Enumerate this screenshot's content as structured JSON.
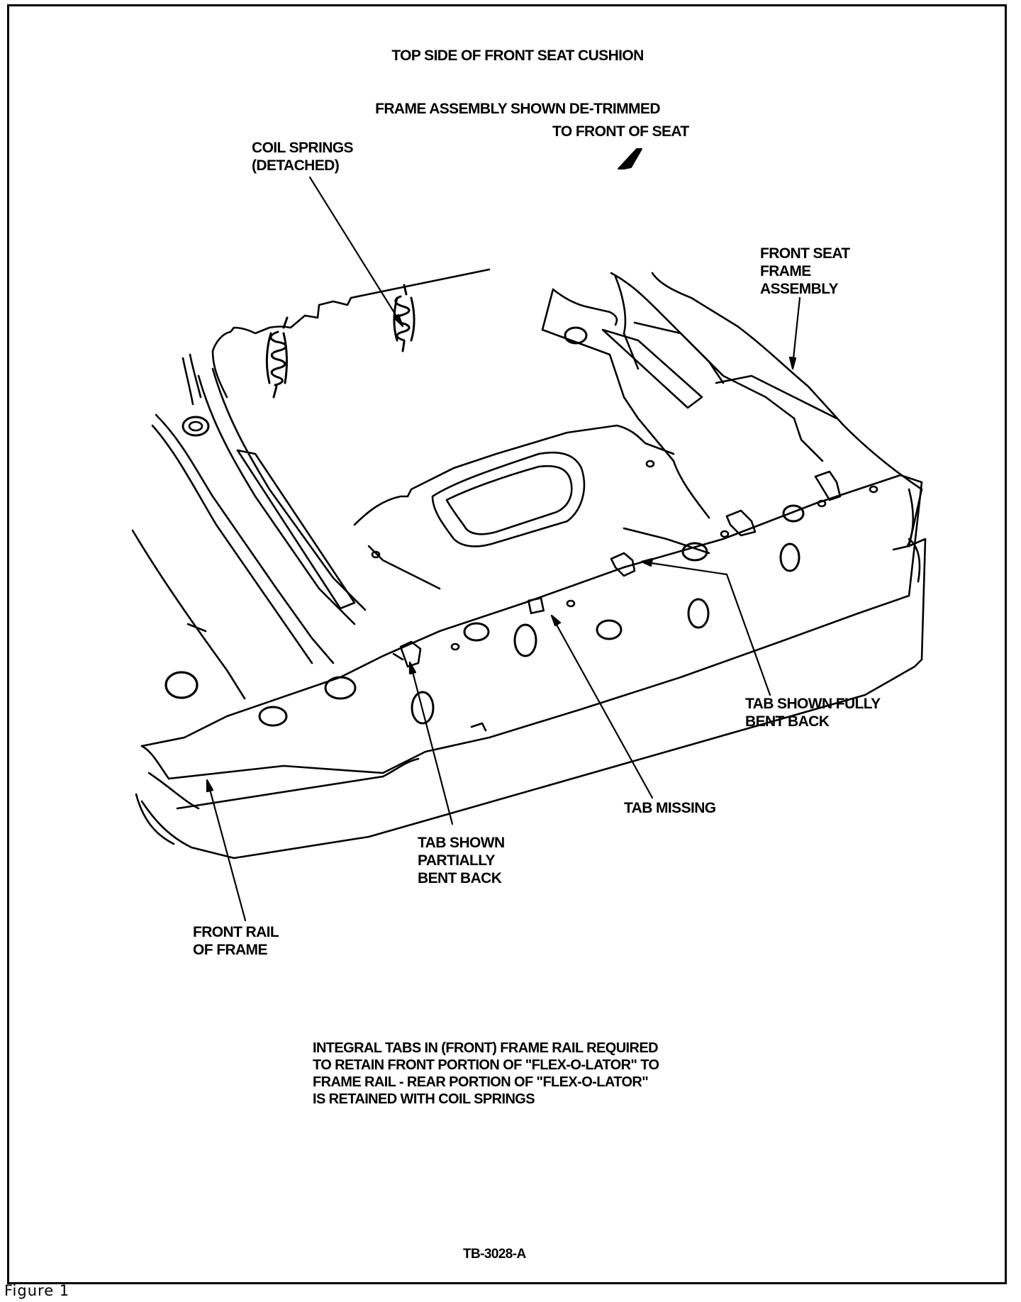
{
  "title_line1": "TOP SIDE OF FRONT SEAT CUSHION",
  "title_line2": "FRAME ASSEMBLY SHOWN DE-TRIMMED",
  "labels": {
    "coil_springs": "COIL SPRINGS\n(DETACHED)",
    "to_front": "TO FRONT OF SEAT",
    "frame_assembly": "FRONT SEAT\nFRAME\nASSEMBLY",
    "tab_fully": "TAB SHOWN FULLY\nBENT BACK",
    "tab_missing": "TAB MISSING",
    "tab_partially": "TAB SHOWN\nPARTIALLY\nBENT BACK",
    "front_rail": "FRONT RAIL\nOF FRAME"
  },
  "note": "INTEGRAL TABS IN (FRONT) FRAME RAIL REQUIRED\nTO RETAIN FRONT PORTION OF \"FLEX-O-LATOR\" TO\nFRAME RAIL - REAR PORTION OF \"FLEX-O-LATOR\"\nIS RETAINED WITH COIL SPRINGS",
  "doc_number": "TB-3028-A",
  "figure_caption": "Figure 1"
}
